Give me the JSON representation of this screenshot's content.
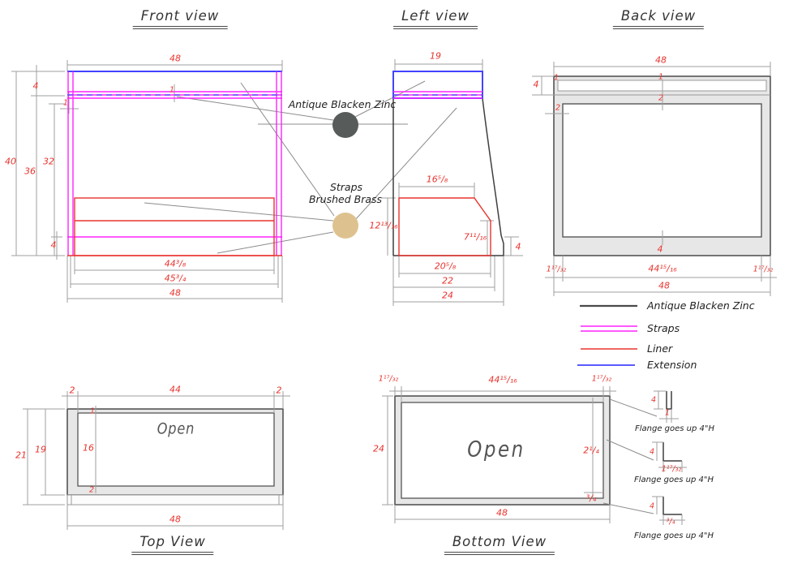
{
  "views": {
    "front": {
      "title": "Front view",
      "dims": {
        "w48_top": "48",
        "h4": "4",
        "t1": "1",
        "h40": "40",
        "h36": "36",
        "h32": "32",
        "tick1": "1",
        "s4": "4",
        "w44_38": "44³/₈",
        "w45_34": "45³/₄",
        "w48_bot": "48"
      }
    },
    "left": {
      "title": "Left view",
      "dims": {
        "d19": "19",
        "w16_58": "16⁵/₈",
        "h12_1316": "12¹³/₁₆",
        "h7_1116": "7¹¹/₁₆",
        "f4": "4",
        "w20_58": "20⁵/₈",
        "d22": "22",
        "d24": "24"
      }
    },
    "back": {
      "title": "Back view",
      "dims": {
        "w48_top": "48",
        "h4": "4",
        "t1_left": "1",
        "t2_left": "2",
        "t1_mid": "1",
        "t2_mid": "2",
        "h4_bot": "4",
        "m1l": "1¹⁷/₃₂",
        "m44": "44¹⁵/₁₆",
        "m1r": "1¹⁷/₃₂",
        "w48_bot": "48"
      }
    },
    "top": {
      "title": "Top View",
      "open": "Open",
      "dims": {
        "l2": "2",
        "w44": "44",
        "r2": "2",
        "h21": "21",
        "h19": "19",
        "h16": "16",
        "t1": "1",
        "t2": "2",
        "w48": "48"
      }
    },
    "bottom": {
      "title": "Bottom View",
      "open": "Open",
      "dims": {
        "m1l": "1¹⁷/₃₂",
        "m44": "44¹⁵/₁₆",
        "m1r": "1¹⁷/₃₂",
        "h24": "24",
        "r2_14": "2¹/₄",
        "r3_4": "³/₄",
        "w48": "48"
      }
    }
  },
  "callouts": {
    "zinc": "Antique Blacken Zinc",
    "straps1": "Straps",
    "straps2": "Brushed Brass"
  },
  "legend": {
    "items": [
      {
        "label": "Antique Blacken Zinc",
        "color": "#4a4a4a"
      },
      {
        "label": "Straps",
        "color": "#ff22ff"
      },
      {
        "label": "Liner",
        "color": "#e8342e"
      },
      {
        "label": "Extension",
        "color": "#4343ff"
      }
    ]
  },
  "flange_details": [
    {
      "height": "4",
      "width": "1",
      "note": "Flange goes up 4\"H"
    },
    {
      "height": "4",
      "width": "1¹⁷/₃₂",
      "note": "Flange goes up 4\"H"
    },
    {
      "height": "4",
      "width": "³/₄",
      "note": "Flange goes up 4\"H"
    }
  ],
  "materials": {
    "zinc": "#575c5a",
    "brass": "#ddc28f"
  },
  "colors": {
    "dimension": "#e8342e",
    "straps": "#ff22ff",
    "liner": "#e8342e",
    "extension": "#4343ff",
    "outline": "#3f3f3f",
    "frame_fill": "#e7e7e7"
  }
}
